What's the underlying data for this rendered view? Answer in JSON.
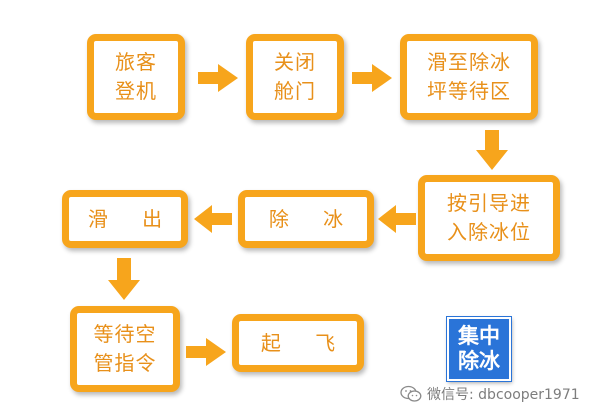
{
  "colors": {
    "accent": "#f7a51c",
    "text": "#e8901a",
    "badge": "#2a74d8"
  },
  "steps": [
    {
      "label": "旅客\n登机"
    },
    {
      "label": "关闭\n舱门"
    },
    {
      "label": "滑至除冰\n坪等待区"
    },
    {
      "label": "按引导进\n入除冰位"
    },
    {
      "label": "除 冰"
    },
    {
      "label": "滑 出"
    },
    {
      "label": "等待空\n管指令"
    },
    {
      "label": "起 飞"
    }
  ],
  "badge": {
    "label": "集中\n除冰"
  },
  "watermark": {
    "icon": "wechat-icon",
    "text": "微信号: dbcooper1971"
  }
}
